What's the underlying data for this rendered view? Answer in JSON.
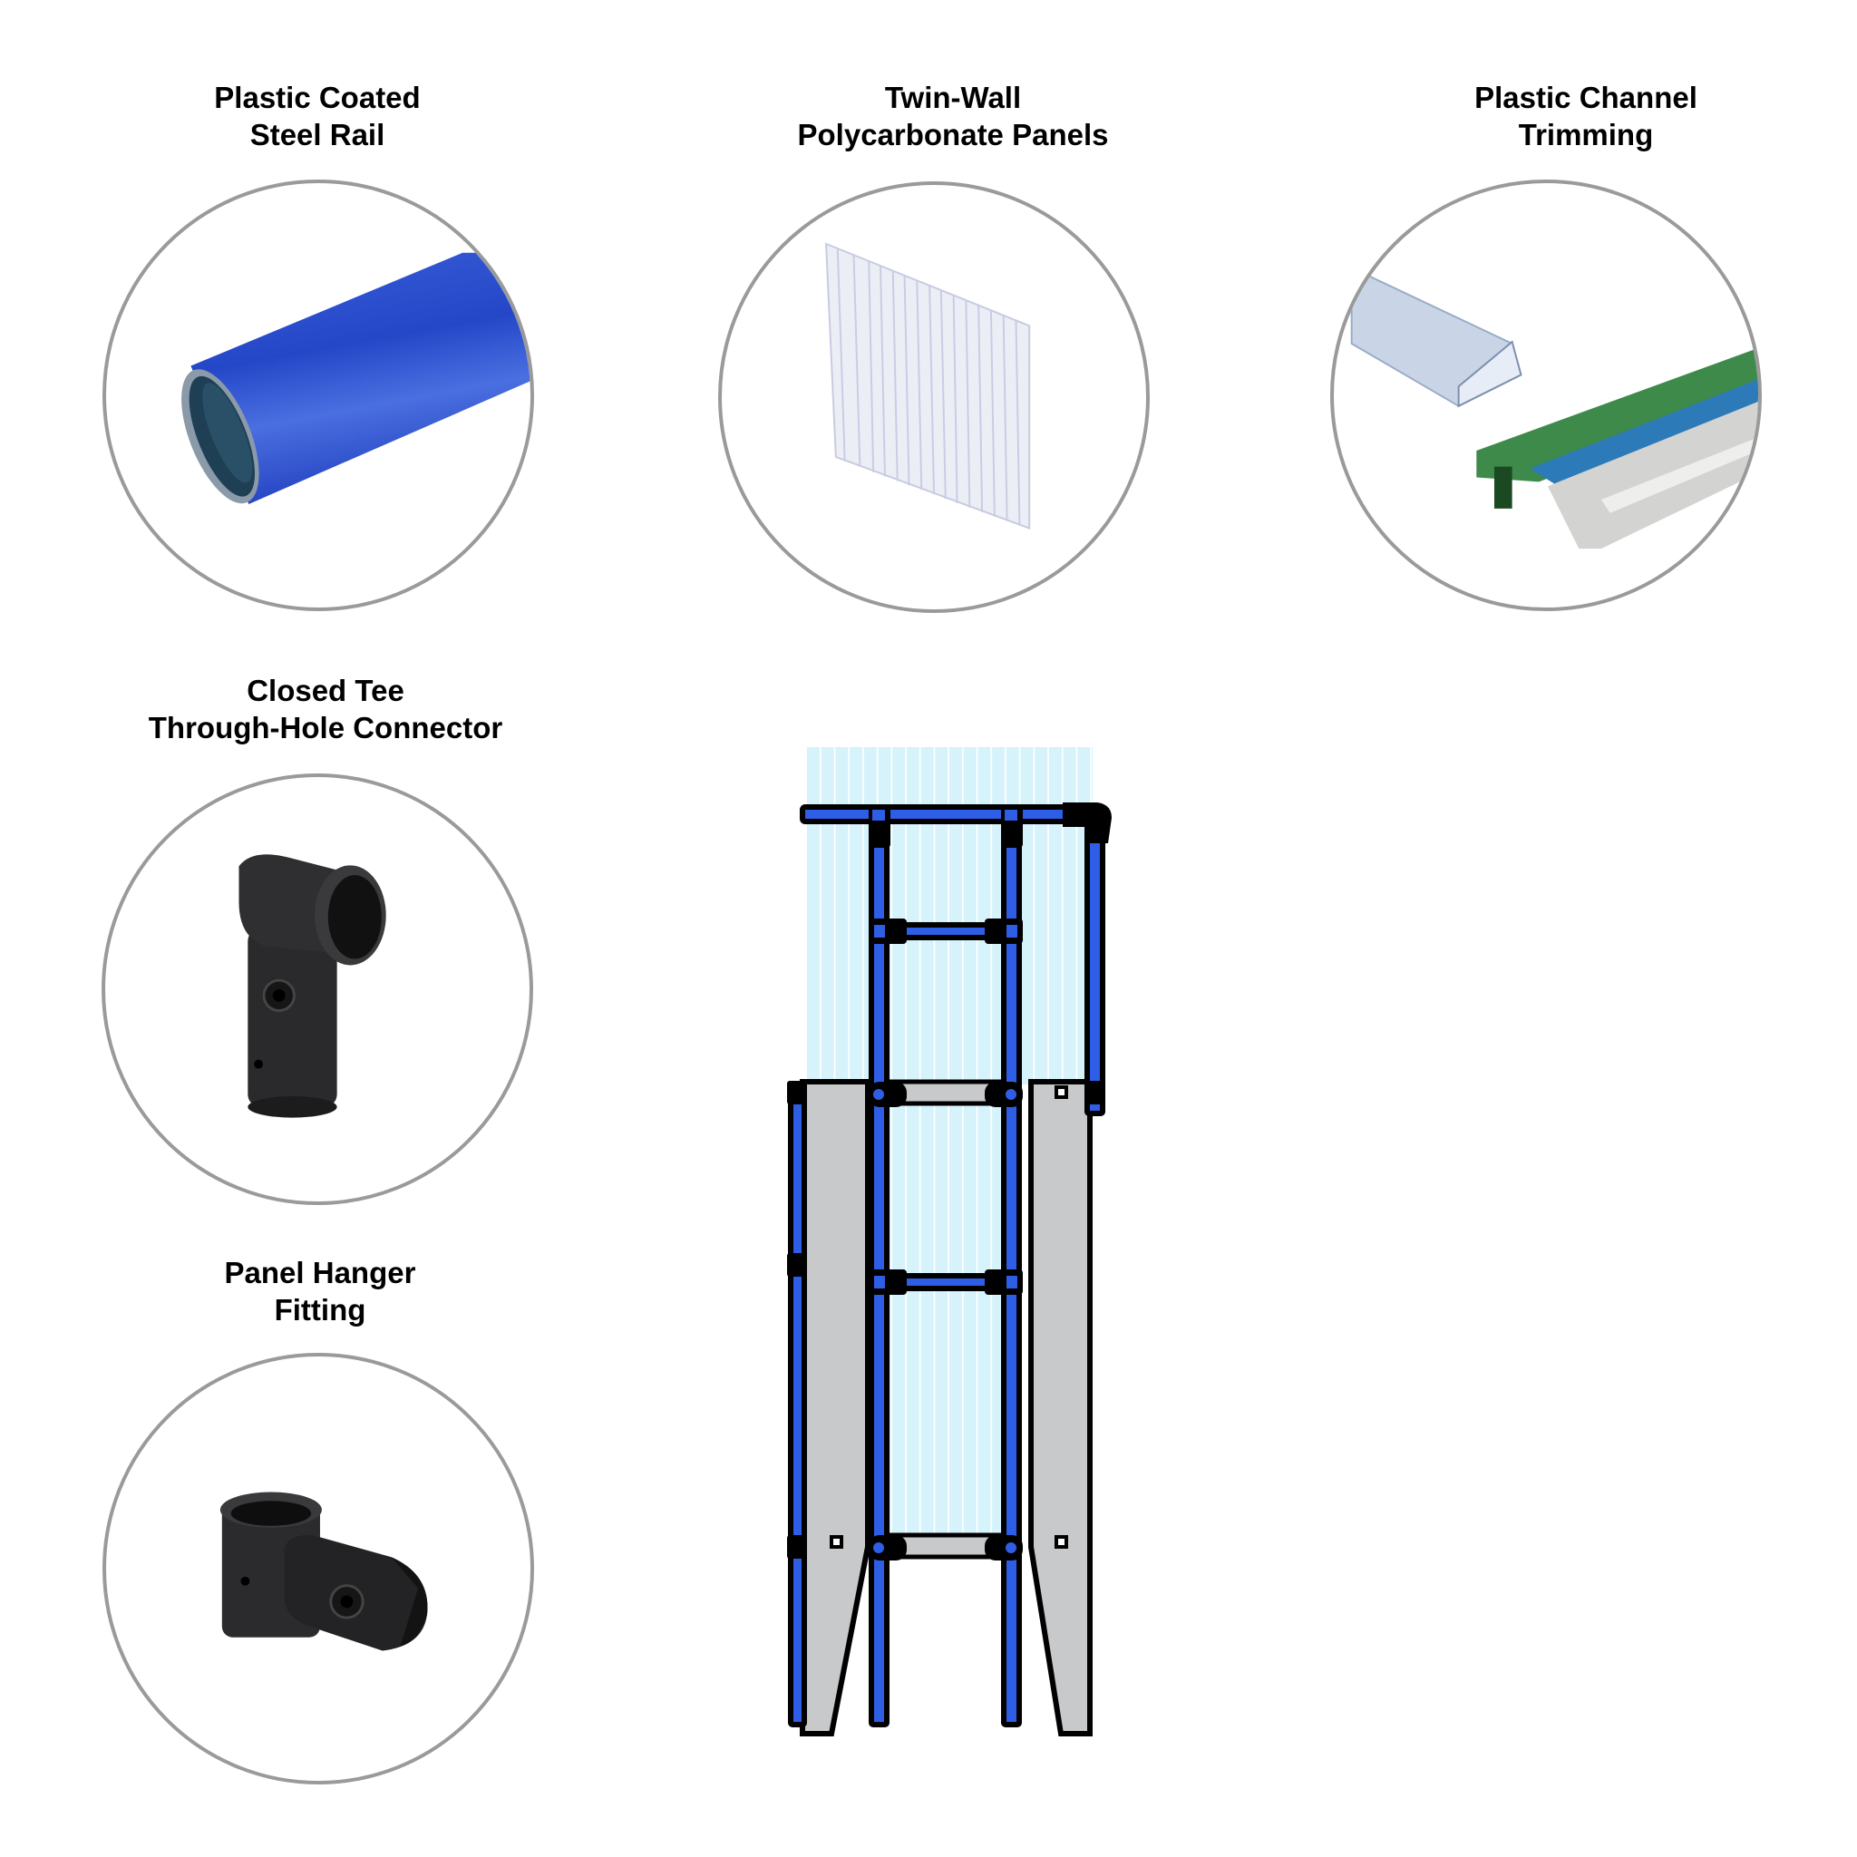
{
  "products": [
    {
      "id": "rail",
      "title_lines": [
        "Plastic Coated",
        "Steel Rail"
      ],
      "icon": "blue-steel-tube"
    },
    {
      "id": "panel",
      "title_lines": [
        "Twin-Wall",
        "Polycarbonate Panels"
      ],
      "icon": "polycarbonate-sheet"
    },
    {
      "id": "channel",
      "title_lines": [
        "Plastic Channel",
        "Trimming"
      ],
      "icon": "channel-trim-profiles"
    },
    {
      "id": "tee",
      "title_lines": [
        "Closed Tee",
        "Through-Hole Connector"
      ],
      "icon": "black-tee-connector"
    },
    {
      "id": "hanger",
      "title_lines": [
        "Panel Hanger",
        "Fitting"
      ],
      "icon": "black-hanger-fitting"
    }
  ],
  "colors": {
    "rail_blue": "#2f5ee6",
    "outline": "#000000",
    "panel_tint": "#d6f2fb",
    "side_panel_gray": "#c8c9cb",
    "circle_border": "#9a9a9a"
  }
}
